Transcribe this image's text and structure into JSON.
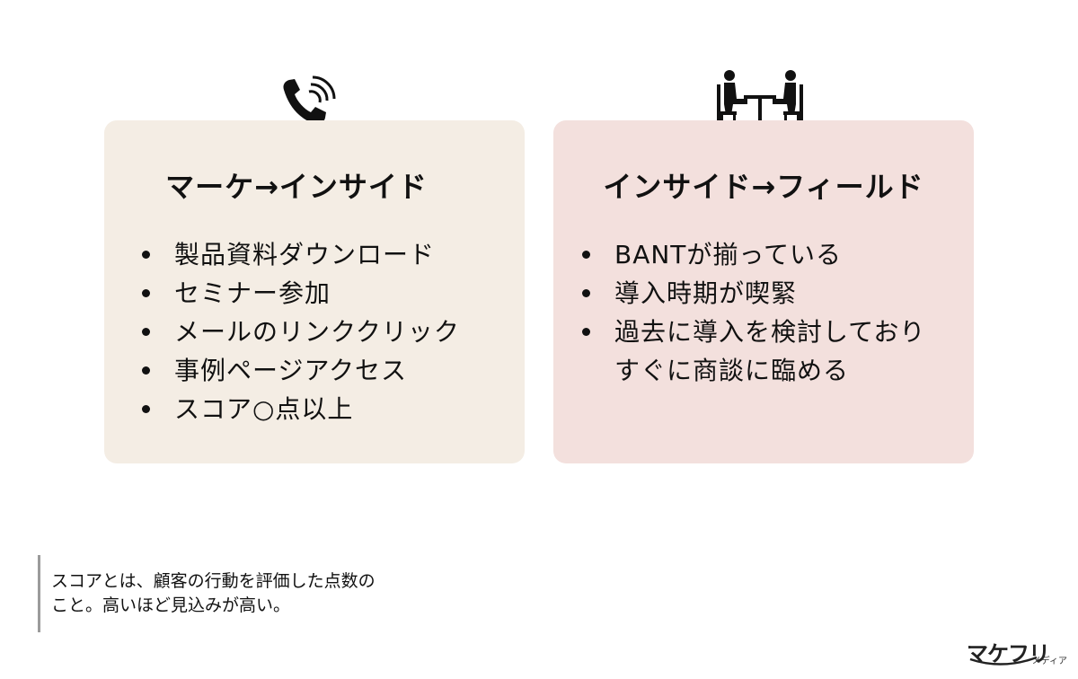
{
  "colors": {
    "left_card_bg": "#f4ede4",
    "right_card_bg": "#f3e0dd",
    "text": "#111111",
    "note_border": "#9b9b9b"
  },
  "icons": {
    "left": "phone-ringing-icon",
    "right": "meeting-table-icon"
  },
  "left_card": {
    "title": "マーケ→インサイド",
    "items": [
      "製品資料ダウンロード",
      "セミナー参加",
      "メールのリンククリック",
      "事例ページアクセス",
      "スコア○点以上"
    ]
  },
  "right_card": {
    "title": "インサイド→フィールド",
    "items": [
      "BANTが揃っている",
      "導入時期が喫緊"
    ],
    "item3_line1": "過去に導入を検討しており",
    "item3_line2": "すぐに商談に臨める"
  },
  "note": {
    "line1": "スコアとは、顧客の行動を評価した点数の",
    "line2": "こと。高いほど見込みが高い。"
  },
  "logo": {
    "main": "マケフリ",
    "sub": "メディア"
  }
}
